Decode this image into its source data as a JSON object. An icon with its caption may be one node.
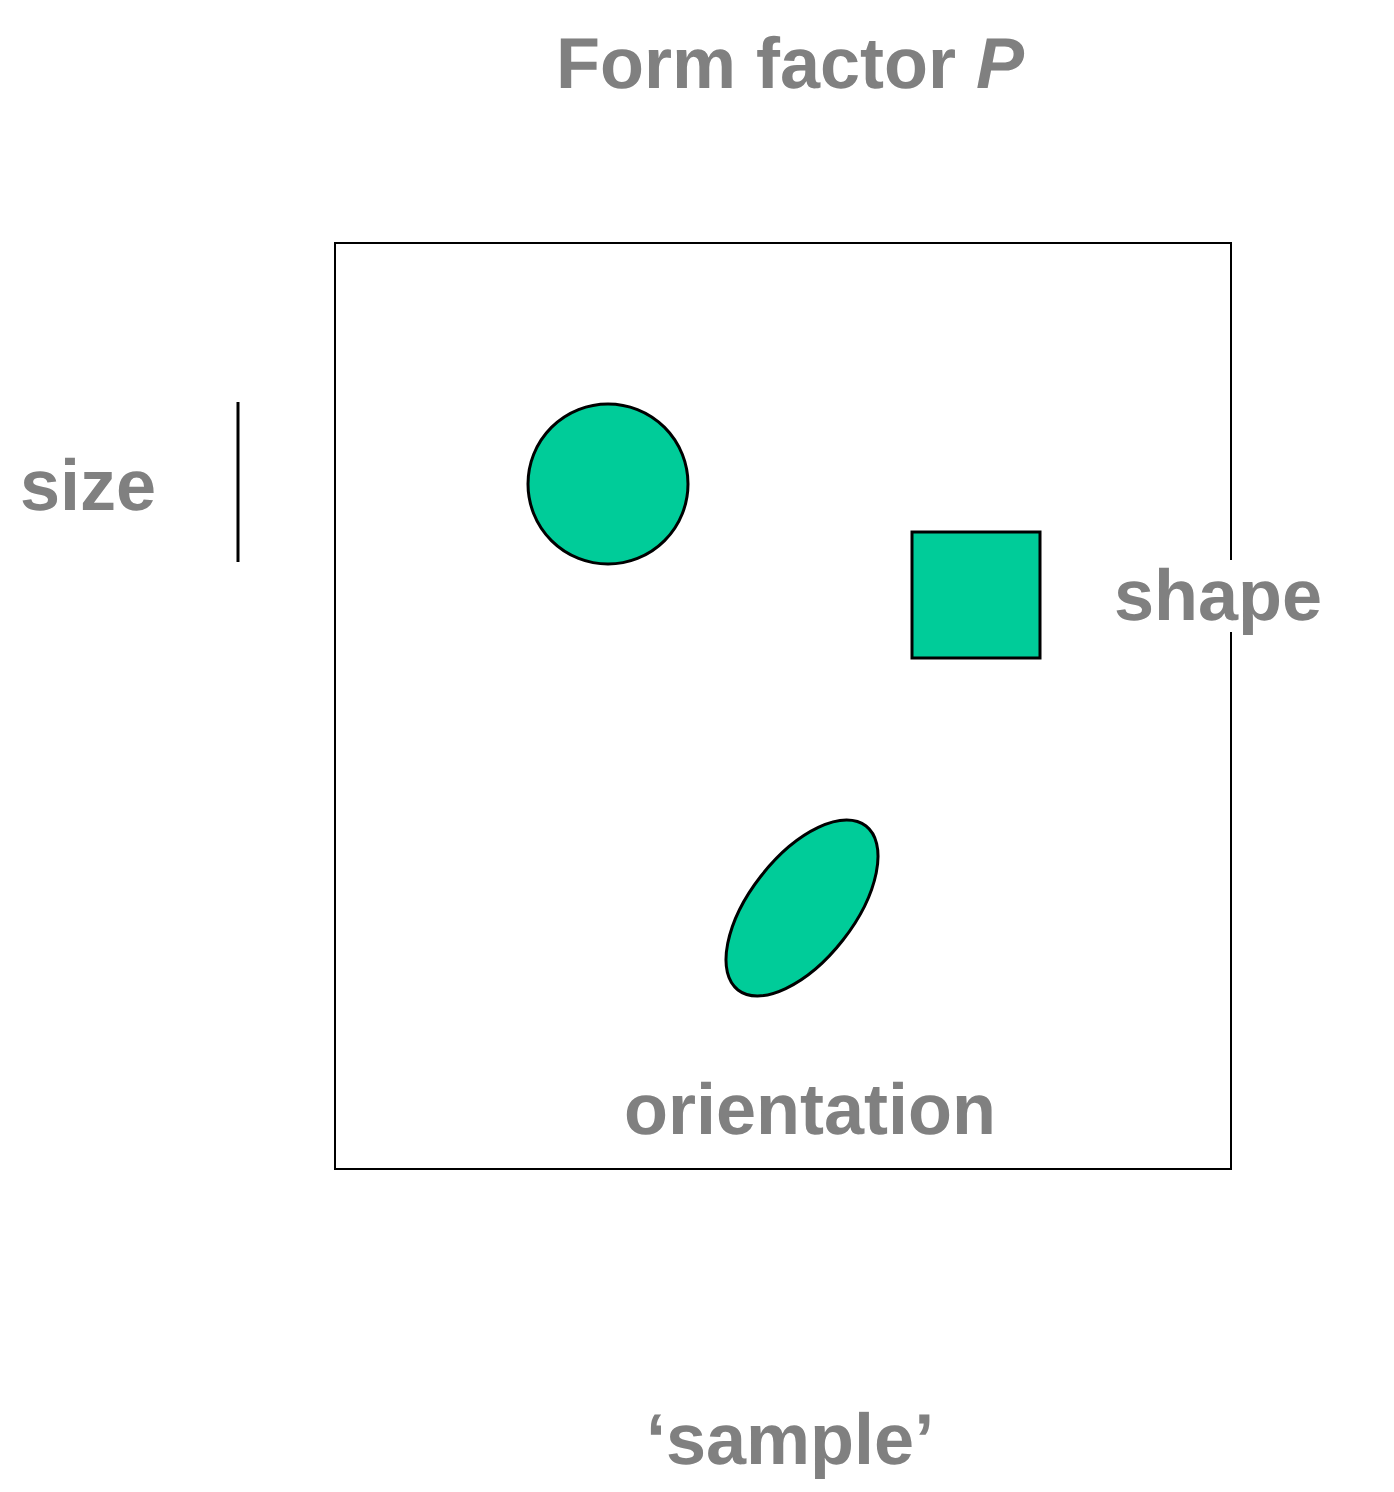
{
  "diagram": {
    "title": "Form factor *P*",
    "nodes": [
      {
        "text": [],
        "shape": "box"
      },
      {
        "text": [],
        "shape": "circle",
        "in": 0
      },
      {
        "text": [],
        "shape": "box",
        "in": 0
      },
      {
        "text": [],
        "shape": "ellipse",
        "in": 0
      }
    ],
    "labels": [
      "size",
      "shape",
      "orientation",
      "‘sample’"
    ]
  }
}
